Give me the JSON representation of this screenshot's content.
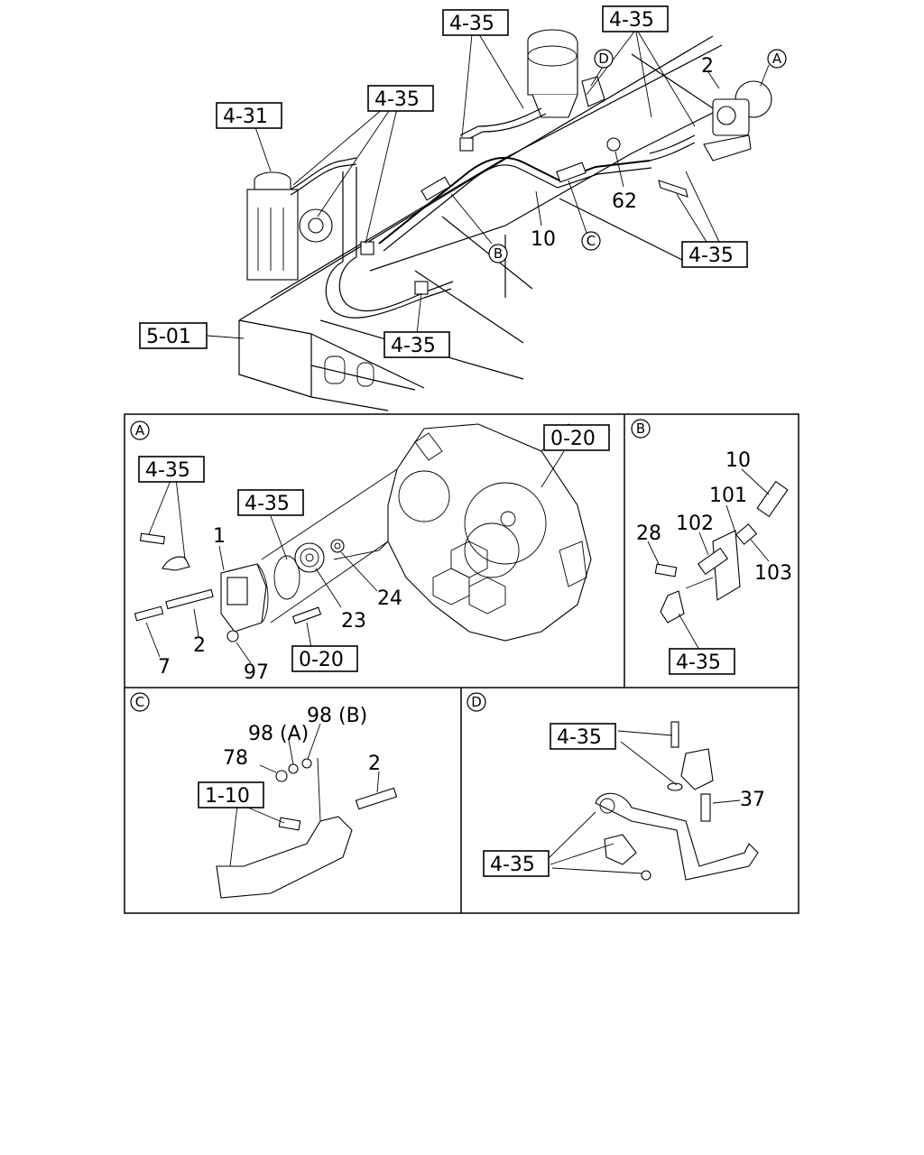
{
  "references": {
    "r_4_35": "4-35",
    "r_4_31": "4-31",
    "r_5_01": "5-01",
    "r_0_20": "0-20",
    "r_1_10": "1-10"
  },
  "detail_markers": {
    "a": "A",
    "b": "B",
    "c": "C",
    "d": "D"
  },
  "parts": {
    "p1": "1",
    "p2": "2",
    "p7": "7",
    "p10": "10",
    "p23": "23",
    "p24": "24",
    "p28": "28",
    "p37": "37",
    "p62": "62",
    "p78": "78",
    "p97": "97",
    "p98a": "98 (A)",
    "p98b": "98 (B)",
    "p101": "101",
    "p102": "102",
    "p103": "103"
  }
}
